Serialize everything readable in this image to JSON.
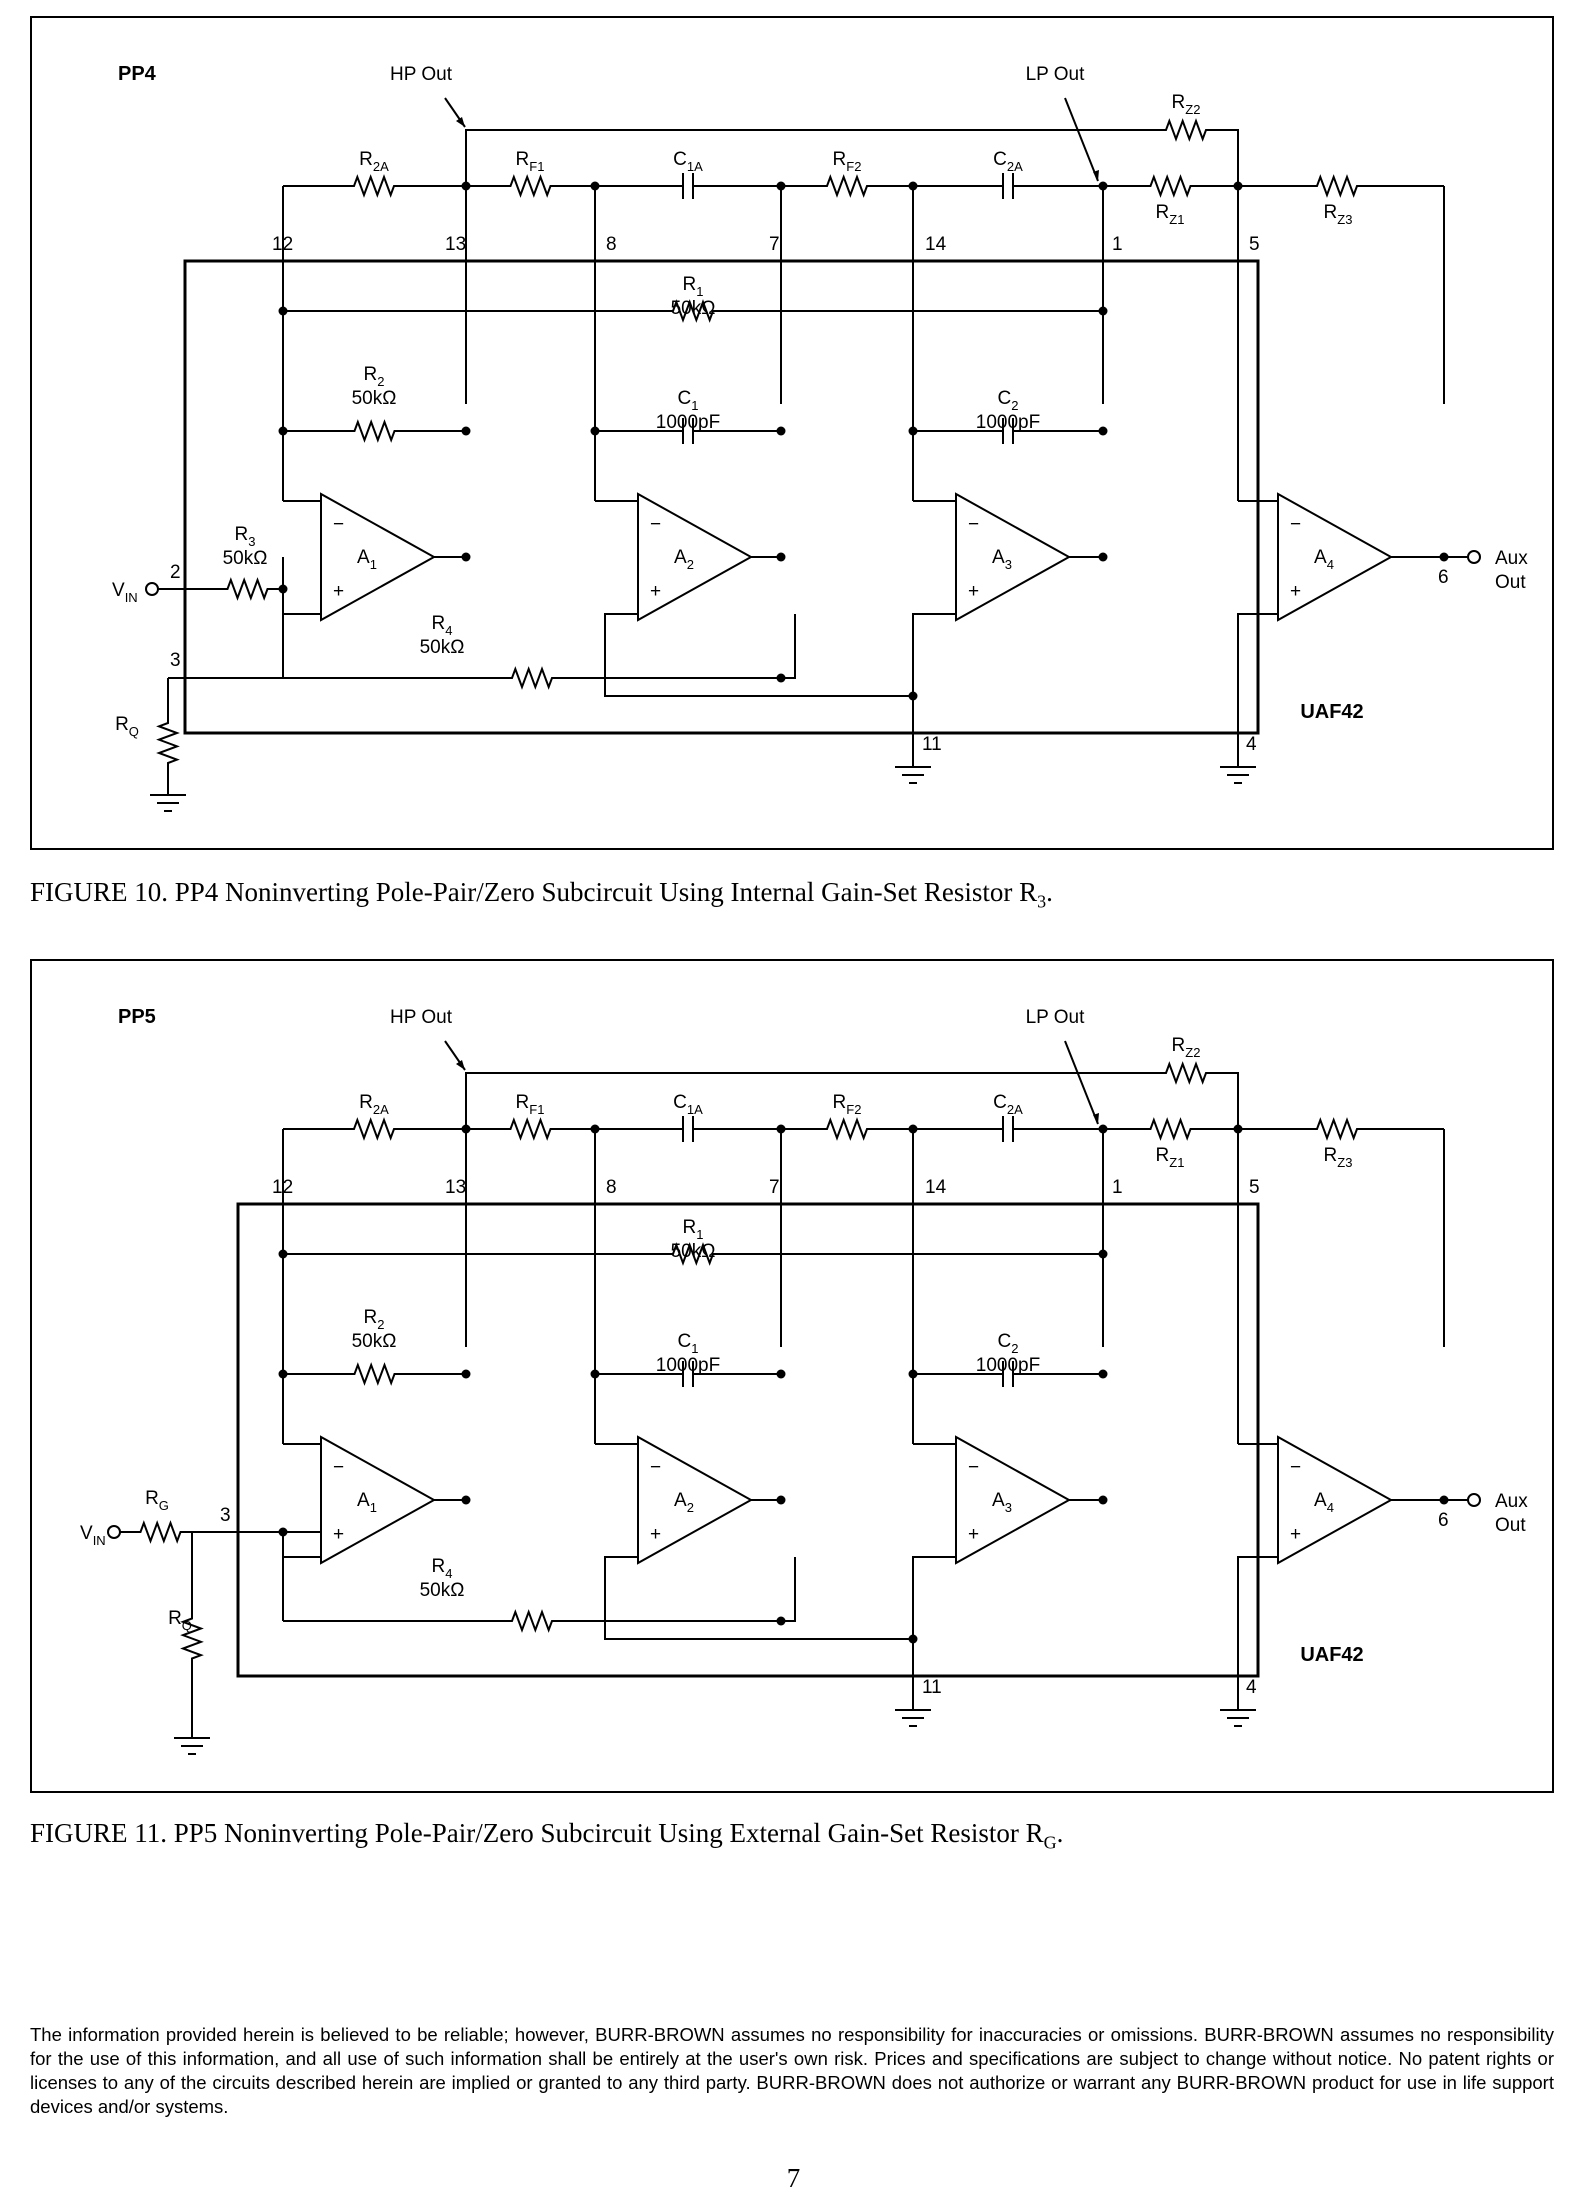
{
  "figures": [
    {
      "id": "fig10",
      "variant": "internal",
      "name": "PP4",
      "chip": "UAF42",
      "hp_out": "HP Out",
      "lp_out": "LP Out",
      "vin": "V",
      "vin_sub": "IN",
      "aux1": "Aux",
      "aux2": "Out",
      "caption": {
        "prefix": "FIGURE 10. PP4 Noninverting Pole-Pair/Zero Subcircuit Using Internal Gain-Set Resistor R",
        "sub": "3",
        "suffix": "."
      },
      "pins": [
        "12",
        "13",
        "8",
        "7",
        "14",
        "1",
        "5",
        "2",
        "3",
        "6",
        "11",
        "4"
      ],
      "components": [
        {
          "key": "R2A",
          "base": "R",
          "sub": "2A",
          "value": ""
        },
        {
          "key": "RF1",
          "base": "R",
          "sub": "F1",
          "value": ""
        },
        {
          "key": "C1A",
          "base": "C",
          "sub": "1A",
          "value": ""
        },
        {
          "key": "RF2",
          "base": "R",
          "sub": "F2",
          "value": ""
        },
        {
          "key": "C2A",
          "base": "C",
          "sub": "2A",
          "value": ""
        },
        {
          "key": "RZ2",
          "base": "R",
          "sub": "Z2",
          "value": ""
        },
        {
          "key": "RZ1",
          "base": "R",
          "sub": "Z1",
          "value": ""
        },
        {
          "key": "RZ3",
          "base": "R",
          "sub": "Z3",
          "value": ""
        },
        {
          "key": "R1",
          "base": "R",
          "sub": "1",
          "value": "50kΩ"
        },
        {
          "key": "R2",
          "base": "R",
          "sub": "2",
          "value": "50kΩ"
        },
        {
          "key": "C1",
          "base": "C",
          "sub": "1",
          "value": "1000pF"
        },
        {
          "key": "C2",
          "base": "C",
          "sub": "2",
          "value": "1000pF"
        },
        {
          "key": "R3",
          "base": "R",
          "sub": "3",
          "value": "50kΩ"
        },
        {
          "key": "R4",
          "base": "R",
          "sub": "4",
          "value": "50kΩ"
        },
        {
          "key": "RQ",
          "base": "R",
          "sub": "Q",
          "value": ""
        }
      ],
      "amps": [
        {
          "base": "A",
          "sub": "1"
        },
        {
          "base": "A",
          "sub": "2"
        },
        {
          "base": "A",
          "sub": "3"
        },
        {
          "base": "A",
          "sub": "4"
        }
      ]
    },
    {
      "id": "fig11",
      "variant": "external",
      "name": "PP5",
      "chip": "UAF42",
      "hp_out": "HP Out",
      "lp_out": "LP Out",
      "vin": "V",
      "vin_sub": "IN",
      "aux1": "Aux",
      "aux2": "Out",
      "caption": {
        "prefix": "FIGURE 11. PP5 Noninverting Pole-Pair/Zero Subcircuit Using External Gain-Set Resistor R",
        "sub": "G",
        "suffix": "."
      },
      "pins": [
        "12",
        "13",
        "8",
        "7",
        "14",
        "1",
        "5",
        "3",
        "6",
        "11",
        "4"
      ],
      "components": [
        {
          "key": "R2A",
          "base": "R",
          "sub": "2A",
          "value": ""
        },
        {
          "key": "RF1",
          "base": "R",
          "sub": "F1",
          "value": ""
        },
        {
          "key": "C1A",
          "base": "C",
          "sub": "1A",
          "value": ""
        },
        {
          "key": "RF2",
          "base": "R",
          "sub": "F2",
          "value": ""
        },
        {
          "key": "C2A",
          "base": "C",
          "sub": "2A",
          "value": ""
        },
        {
          "key": "RZ2",
          "base": "R",
          "sub": "Z2",
          "value": ""
        },
        {
          "key": "RZ1",
          "base": "R",
          "sub": "Z1",
          "value": ""
        },
        {
          "key": "RZ3",
          "base": "R",
          "sub": "Z3",
          "value": ""
        },
        {
          "key": "R1",
          "base": "R",
          "sub": "1",
          "value": "50kΩ"
        },
        {
          "key": "R2",
          "base": "R",
          "sub": "2",
          "value": "50kΩ"
        },
        {
          "key": "C1",
          "base": "C",
          "sub": "1",
          "value": "1000pF"
        },
        {
          "key": "C2",
          "base": "C",
          "sub": "2",
          "value": "1000pF"
        },
        {
          "key": "R4",
          "base": "R",
          "sub": "4",
          "value": "50kΩ"
        },
        {
          "key": "RG",
          "base": "R",
          "sub": "G",
          "value": ""
        },
        {
          "key": "RQ",
          "base": "R",
          "sub": "Q",
          "value": ""
        }
      ],
      "amps": [
        {
          "base": "A",
          "sub": "1"
        },
        {
          "base": "A",
          "sub": "2"
        },
        {
          "base": "A",
          "sub": "3"
        },
        {
          "base": "A",
          "sub": "4"
        }
      ]
    }
  ],
  "footer": "The information provided herein is believed to be reliable; however, BURR-BROWN assumes no responsibility for inaccuracies or omissions. BURR-BROWN assumes no responsibility for the use of this information, and all use of such information shall be entirely at the user's own risk. Prices and specifications are subject to change without notice. No patent rights or licenses to any of the circuits described herein are implied or granted to any third party. BURR-BROWN does not authorize or warrant any BURR-BROWN product for use in life support devices and/or systems.",
  "page_number": "7"
}
